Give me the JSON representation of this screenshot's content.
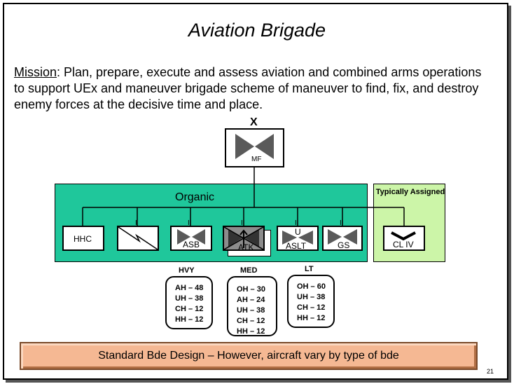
{
  "title": "Aviation Brigade",
  "mission": {
    "label": "Mission",
    "text": ":  Plan, prepare, execute and assess aviation and combined arms operations to support UEx and maneuver brigade scheme of maneuver to find, fix, and destroy enemy forces at the decisive time and place."
  },
  "hq": {
    "echelon": "X",
    "label": "MF"
  },
  "organic": {
    "label": "Organic",
    "units": [
      {
        "label": "HHC",
        "echelon": ""
      },
      {
        "label": "",
        "echelon": "I"
      },
      {
        "label": "ASB",
        "echelon": "II"
      },
      {
        "label": "ATK",
        "echelon": "II"
      },
      {
        "label": "ASLT",
        "echelon": "II",
        "modifier": "U"
      },
      {
        "label": "GS",
        "echelon": "II"
      }
    ]
  },
  "assigned": {
    "label": "Typically Assigned",
    "unit": {
      "label": "CL IV",
      "echelon": ""
    }
  },
  "notes": [
    {
      "title": "HVY",
      "lines": [
        "AH – 48",
        "UH – 38",
        "CH – 12",
        "HH – 12"
      ]
    },
    {
      "title": "MED",
      "lines": [
        "OH – 30",
        "AH – 24",
        "UH – 38",
        "CH – 12",
        "HH – 12"
      ]
    },
    {
      "title": "LT",
      "lines": [
        "OH – 60",
        "UH – 38",
        "CH – 12",
        "HH – 12"
      ]
    }
  ],
  "banner": "Standard Bde Design – However, aircraft vary by type of bde",
  "page_number": "21",
  "colors": {
    "organic_fill": "#1fc79b",
    "assigned_fill": "#ccf5a8",
    "banner_fill": "#f5b893",
    "symbol_fill": "#5a5a5a"
  }
}
